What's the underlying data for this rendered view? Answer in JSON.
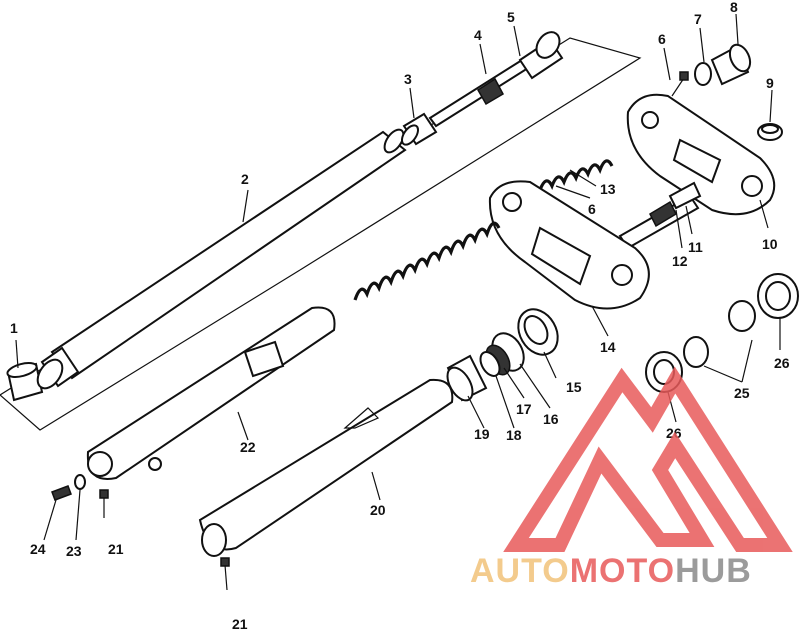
{
  "callouts": {
    "p1": "1",
    "p2": "2",
    "p3": "3",
    "p4": "4",
    "p5": "5",
    "p6a": "6",
    "p6b": "6",
    "p7": "7",
    "p8": "8",
    "p9": "9",
    "p10": "10",
    "p11": "11",
    "p12": "12",
    "p13": "13",
    "p14": "14",
    "p15": "15",
    "p16": "16",
    "p17": "17",
    "p18": "18",
    "p19": "19",
    "p20": "20",
    "p21a": "21",
    "p21b": "21",
    "p22": "22",
    "p23": "23",
    "p24": "24",
    "p25": "25",
    "p26a": "26",
    "p26b": "26"
  },
  "watermark": {
    "part1": "AUTO",
    "part2": "MOTO",
    "part3": "HUB",
    "color_light": "#f2c27a",
    "color_red": "#e85a5a",
    "color_grey": "#8a8a8a"
  }
}
